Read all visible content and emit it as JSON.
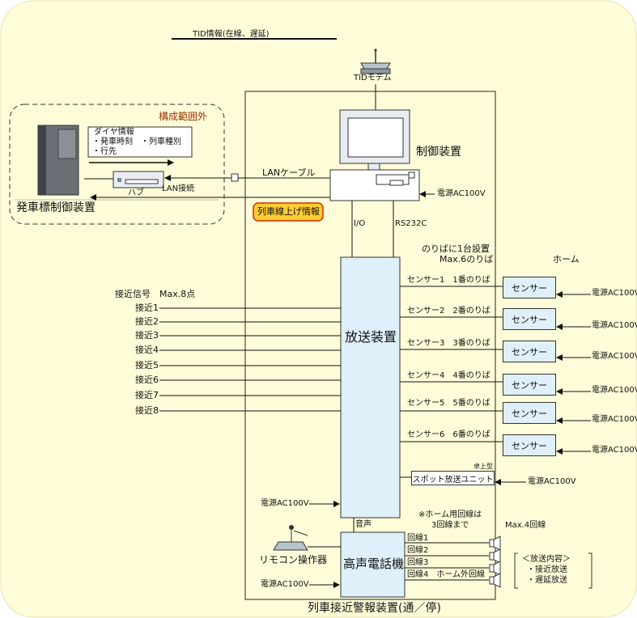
{
  "colors": {
    "background": "#fffdd9",
    "panel": "#dff0fa",
    "highlight": "#ffcc33",
    "highlight_border": "#cc3300",
    "out_of_scope_label": "#993300"
  },
  "top": {
    "tid_info": "TID情報(在線、遅延)",
    "tid_modem": "TIDモデム"
  },
  "out_of_scope": {
    "label": "構成範囲外",
    "dia_info": [
      "ダイヤ情報",
      "・発車時刻　・列車種別",
      "・行先"
    ],
    "hub": "ハブ",
    "lan_link": "LAN接続",
    "departure_board": "発車標制御装置"
  },
  "controller": {
    "label": "制御装置",
    "lan_cable": "LANケーブル",
    "power": "電源AC100V",
    "track_info": "列車線上げ情報",
    "io": "I/O",
    "rs232c": "RS232C"
  },
  "platform": {
    "note_line1": "のりばに1台設置",
    "note_line2": "Max.6のりば",
    "home": "ホーム",
    "sensor_label": "センサー",
    "power": "電源AC100V",
    "lines": [
      "センサー1　1番のりば",
      "センサー2　2番のりば",
      "センサー3　3番のりば",
      "センサー4　4番のりば",
      "センサー5　5番のりば",
      "センサー6　6番のりば"
    ]
  },
  "approach": {
    "header": "接近信号　Max.8点",
    "signals": [
      "接近1",
      "接近2",
      "接近3",
      "接近4",
      "接近5",
      "接近6",
      "接近7",
      "接近8"
    ]
  },
  "broadcaster": {
    "label": "放送装置",
    "power": "電源AC100V",
    "audio": "音声",
    "desk_type": "卓上型",
    "spot_unit": "スポット放送ユニット",
    "spot_power": "電源AC100V"
  },
  "phone": {
    "label": "高声電話機",
    "remote": "リモコン操作器",
    "power": "電源AC100V",
    "note_line1": "※ホーム用回線は",
    "note_line2": "3回線まで",
    "max_lines": "Max.4回線",
    "lines": [
      "回線1",
      "回線2",
      "回線3",
      "回線4　ホーム外回線"
    ],
    "content": [
      "＜放送内容＞",
      "・接近放送",
      "・遅延放送"
    ]
  },
  "footer": {
    "title": "列車接近警報装置(通／停)"
  }
}
